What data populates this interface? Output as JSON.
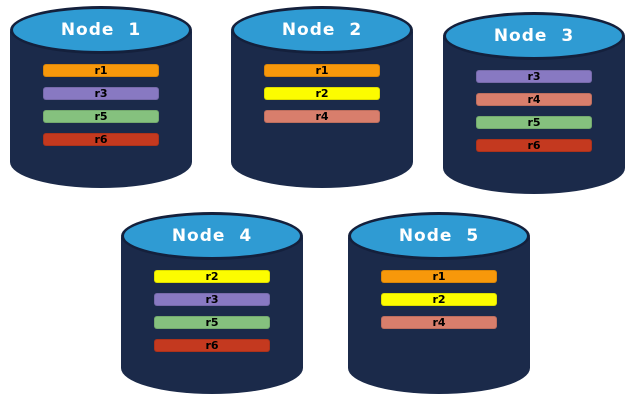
{
  "colors": {
    "cylinder_body": "#1B2A4A",
    "cylinder_top": "#2F9BD3",
    "cylinder_top_border": "#14203C",
    "bar_text": "#000000",
    "replicas": {
      "r1": "#F7980B",
      "r2": "#FCFC00",
      "r3": "#8879C2",
      "r4": "#D87E6C",
      "r5": "#85C17E",
      "r6": "#C4391F"
    }
  },
  "nodes": [
    {
      "label": "Node 1",
      "replicas": [
        "r1",
        "r3",
        "r5",
        "r6"
      ]
    },
    {
      "label": "Node 2",
      "replicas": [
        "r1",
        "r2",
        "r4"
      ]
    },
    {
      "label": "Node 3",
      "replicas": [
        "r3",
        "r4",
        "r5",
        "r6"
      ]
    },
    {
      "label": "Node 4",
      "replicas": [
        "r2",
        "r3",
        "r5",
        "r6"
      ]
    },
    {
      "label": "Node 5",
      "replicas": [
        "r1",
        "r2",
        "r4"
      ]
    }
  ]
}
